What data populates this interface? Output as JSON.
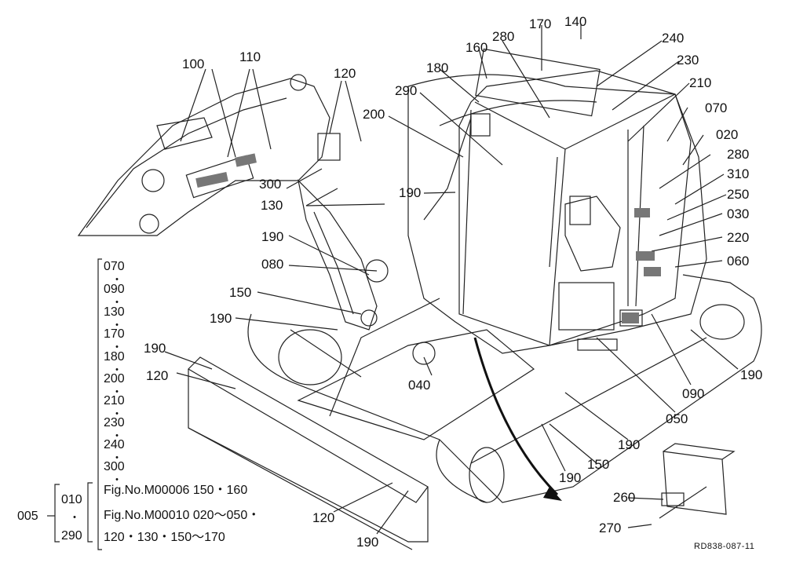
{
  "callouts": {
    "c100": "100",
    "c110": "110",
    "c120a": "120",
    "c120b": "120",
    "c120c": "120",
    "c130": "130",
    "c140": "140",
    "c150a": "150",
    "c150b": "150",
    "c160": "160",
    "c170": "170",
    "c180": "180",
    "c190a": "190",
    "c190b": "190",
    "c190c": "190",
    "c190d": "190",
    "c190e": "190",
    "c190f": "190",
    "c190g": "190",
    "c200": "200",
    "c210": "210",
    "c220": "220",
    "c230": "230",
    "c240": "240",
    "c250": "250",
    "c260": "260",
    "c270": "270",
    "c280a": "280",
    "c280b": "280",
    "c290": "290",
    "c300": "300",
    "c310": "310",
    "c020": "020",
    "c030": "030",
    "c040": "040",
    "c050": "050",
    "c060": "060",
    "c070": "070",
    "c080": "080",
    "c090": "090"
  },
  "part_list": {
    "items": [
      "070",
      "090",
      "130",
      "170",
      "180",
      "200",
      "210",
      "230",
      "240",
      "300"
    ],
    "assembly": "005",
    "range_top": "010",
    "range_bottom": "290",
    "fig_line_1": "Fig.No.M00006  150・160",
    "fig_line_2": "Fig.No.M00010  020〜050・",
    "fig_line_3": "120・130・150〜170"
  },
  "drawing_id": "RD838-087-11"
}
